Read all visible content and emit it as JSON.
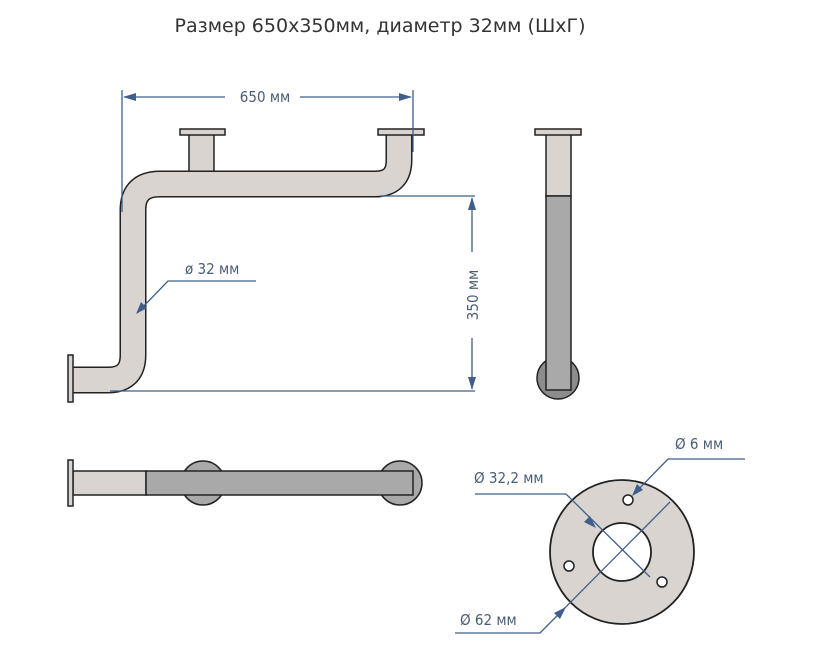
{
  "title": "Размер 650x350мм, диаметр 32мм (ШхГ)",
  "front_view": {
    "width_label": "650 мм",
    "height_label": "350 мм",
    "diameter_label": "ø 32 мм"
  },
  "flange_view": {
    "hole_label": "Ø 6 мм",
    "inner_label": "Ø 32,2 мм",
    "outer_label": "Ø 62 мм"
  },
  "colors": {
    "metal": "#d9d4cf",
    "shade": "#a9a9a9",
    "dimension": "#3f5f8a"
  }
}
